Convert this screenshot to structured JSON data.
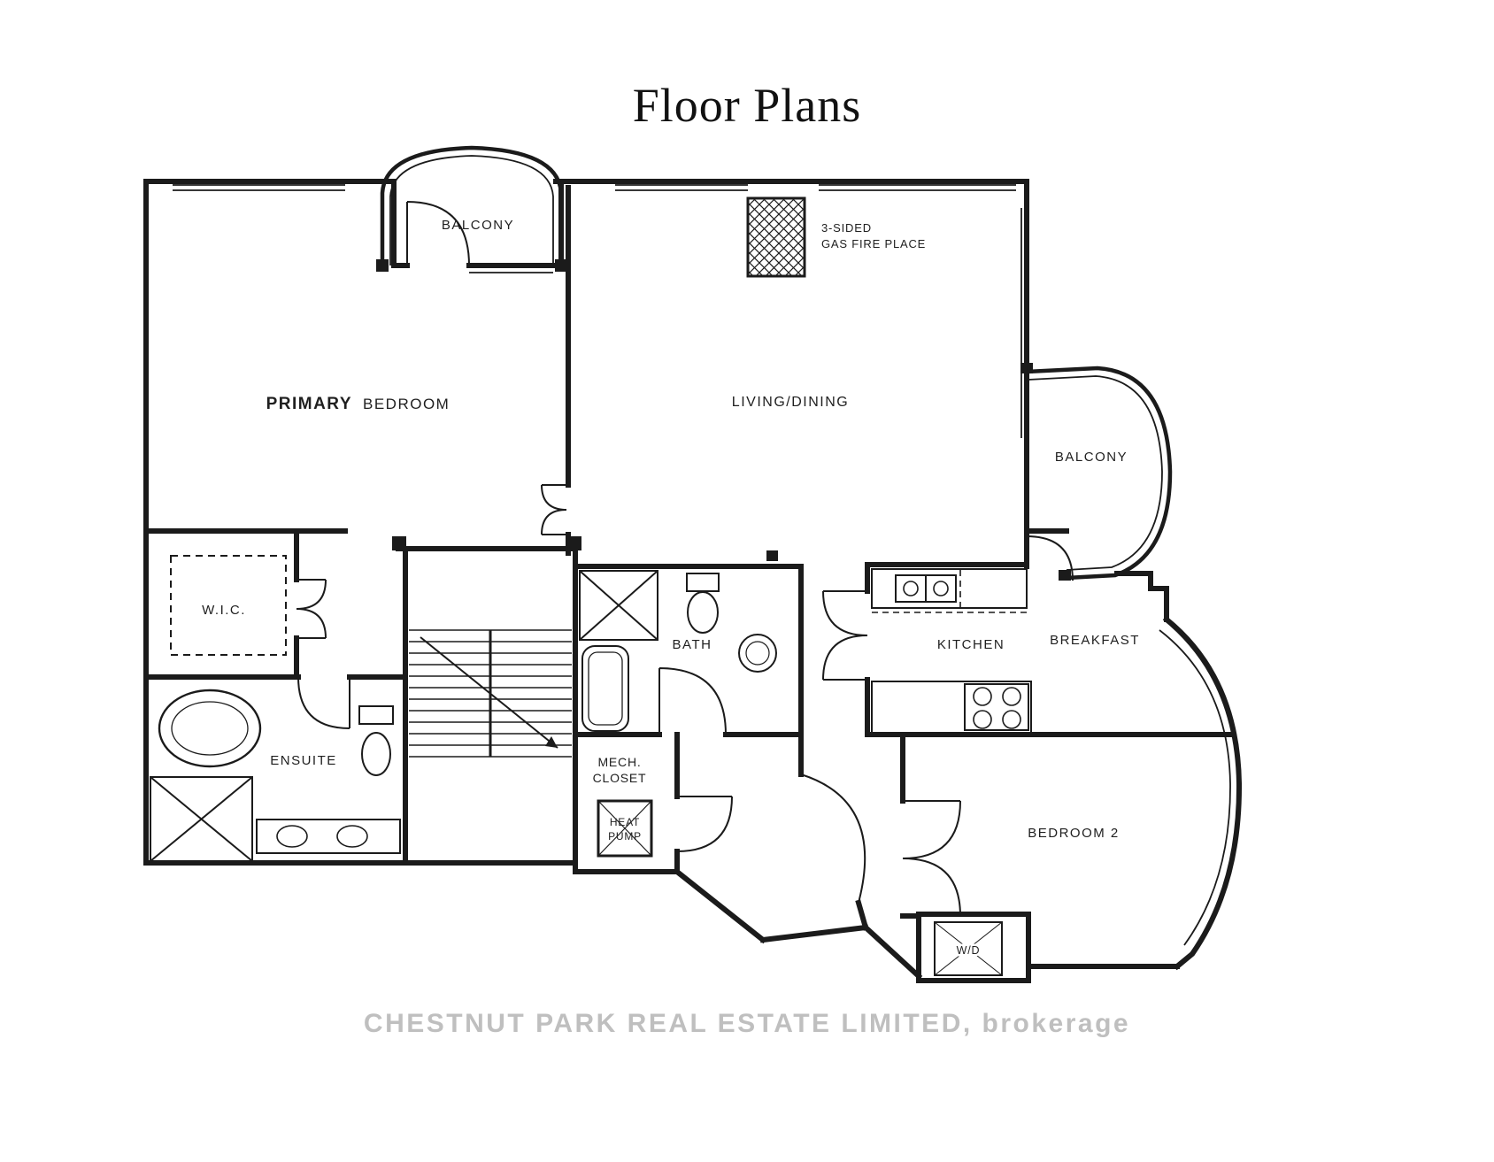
{
  "page": {
    "title": "Floor Plans",
    "watermark": "CHESTNUT PARK REAL ESTATE LIMITED, brokerage"
  },
  "colors": {
    "ink": "#1b1b1b",
    "label": "#1f1f1f",
    "watermark": "#b5b5b5",
    "background": "#ffffff"
  },
  "labels": {
    "primary_bedroom_word1": "PRIMARY",
    "primary_bedroom_word2": "BEDROOM",
    "balcony_top": "BALCONY",
    "living_dining": "LIVING/DINING",
    "fireplace_line1": "3-SIDED",
    "fireplace_line2": "GAS FIRE PLACE",
    "balcony_right": "BALCONY",
    "wic": "W.I.C.",
    "ensuite": "ENSUITE",
    "bath": "BATH",
    "mech_closet_line1": "MECH.",
    "mech_closet_line2": "CLOSET",
    "heat_pump_line1": "HEAT",
    "heat_pump_line2": "PUMP",
    "kitchen": "KITCHEN",
    "breakfast": "BREAKFAST",
    "bedroom_2": "BEDROOM 2",
    "washer_dryer": "W/D"
  }
}
